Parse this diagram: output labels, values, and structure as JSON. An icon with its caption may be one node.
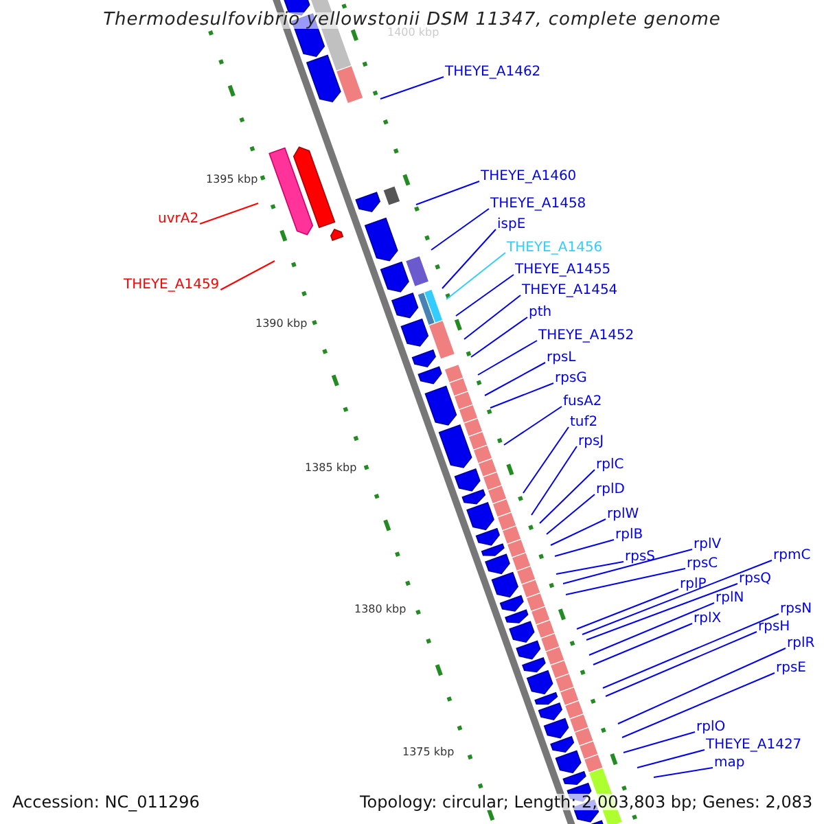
{
  "diagram": {
    "title": "Thermodesulfovibrio yellowstonii DSM 11347, complete genome",
    "nodes": [
      {
        "text": [
          "THEYE_A1462"
        ]
      },
      {
        "text": [
          "THEYE_A1460"
        ]
      },
      {
        "text": [
          "THEYE_A1458"
        ]
      },
      {
        "text": [
          "uvrA2"
        ]
      },
      {
        "text": [
          "ispE"
        ]
      },
      {
        "text": [
          "THEYE_A1456"
        ]
      },
      {
        "text": [
          "THEYE_A1455"
        ]
      },
      {
        "text": [
          "THEYE_A1459"
        ]
      },
      {
        "text": [
          "THEYE_A1454"
        ]
      },
      {
        "text": [
          "pth"
        ]
      },
      {
        "text": [
          "THEYE_A1452"
        ]
      },
      {
        "text": [
          "rpsL"
        ]
      },
      {
        "text": [
          "rpsG"
        ]
      },
      {
        "text": [
          "fusA2"
        ]
      },
      {
        "text": [
          "tuf2"
        ]
      },
      {
        "text": [
          "rpsJ"
        ]
      },
      {
        "text": [
          "rplC"
        ]
      },
      {
        "text": [
          "rplD"
        ]
      },
      {
        "text": [
          "rplW"
        ]
      },
      {
        "text": [
          "rplB"
        ]
      },
      {
        "text": [
          "rplV"
        ]
      },
      {
        "text": [
          "rpmC"
        ]
      },
      {
        "text": [
          "rpsS"
        ]
      },
      {
        "text": [
          "rpsC"
        ]
      },
      {
        "text": [
          "rpsQ"
        ]
      },
      {
        "text": [
          "rplP"
        ]
      },
      {
        "text": [
          "rplN"
        ]
      },
      {
        "text": [
          "rpsN"
        ]
      },
      {
        "text": [
          "rplX"
        ]
      },
      {
        "text": [
          "rpsH"
        ]
      },
      {
        "text": [
          "rplR"
        ]
      },
      {
        "text": [
          "rpsE"
        ]
      },
      {
        "text": [
          "rplO"
        ]
      },
      {
        "text": [
          "THEYE_A1427"
        ]
      },
      {
        "text": [
          "map"
        ]
      }
    ],
    "edges": [
      {
        "from": 0,
        "to": null,
        "arrow": "none"
      },
      {
        "from": 1,
        "to": null,
        "arrow": "none"
      },
      {
        "from": 2,
        "to": null,
        "arrow": "none"
      },
      {
        "from": 3,
        "to": null,
        "arrow": "none",
        "color": "#ff0000"
      },
      {
        "from": 4,
        "to": null,
        "arrow": "none"
      },
      {
        "from": 5,
        "to": null,
        "arrow": "none",
        "color": "#33ccff"
      },
      {
        "from": 6,
        "to": null,
        "arrow": "none"
      },
      {
        "from": 7,
        "to": null,
        "arrow": "none",
        "color": "#ff0000"
      },
      {
        "from": 8,
        "to": null,
        "arrow": "none"
      },
      {
        "from": 9,
        "to": null,
        "arrow": "none"
      },
      {
        "from": 10,
        "to": null,
        "arrow": "none"
      },
      {
        "from": 11,
        "to": null,
        "arrow": "none"
      },
      {
        "from": 12,
        "to": null,
        "arrow": "none"
      },
      {
        "from": 13,
        "to": null,
        "arrow": "none"
      },
      {
        "from": 14,
        "to": null,
        "arrow": "none"
      },
      {
        "from": 15,
        "to": null,
        "arrow": "none"
      },
      {
        "from": 16,
        "to": null,
        "arrow": "none"
      },
      {
        "from": 17,
        "to": null,
        "arrow": "none"
      },
      {
        "from": 18,
        "to": null,
        "arrow": "none"
      },
      {
        "from": 19,
        "to": null,
        "arrow": "none"
      },
      {
        "from": 20,
        "to": null,
        "arrow": "none"
      },
      {
        "from": 21,
        "to": null,
        "arrow": "none"
      },
      {
        "from": 22,
        "to": null,
        "arrow": "none"
      },
      {
        "from": 23,
        "to": null,
        "arrow": "none"
      },
      {
        "from": 24,
        "to": null,
        "arrow": "none"
      },
      {
        "from": 25,
        "to": null,
        "arrow": "none"
      },
      {
        "from": 26,
        "to": null,
        "arrow": "none"
      },
      {
        "from": 27,
        "to": null,
        "arrow": "none"
      },
      {
        "from": 28,
        "to": null,
        "arrow": "none"
      },
      {
        "from": 29,
        "to": null,
        "arrow": "none"
      },
      {
        "from": 30,
        "to": null,
        "arrow": "none"
      },
      {
        "from": 31,
        "to": null,
        "arrow": "none"
      },
      {
        "from": 32,
        "to": null,
        "arrow": "none"
      },
      {
        "from": 33,
        "to": null,
        "arrow": "none"
      },
      {
        "from": 34,
        "to": null,
        "arrow": "none"
      }
    ],
    "labels": [
      "1400 kbp",
      "1395 kbp",
      "1390 kbp",
      "1385 kbp",
      "1380 kbp",
      "1375 kbp",
      "Accession: NC_011296",
      "Topology: circular; Length: 2,003,803 bp; Genes: 2,083"
    ]
  }
}
